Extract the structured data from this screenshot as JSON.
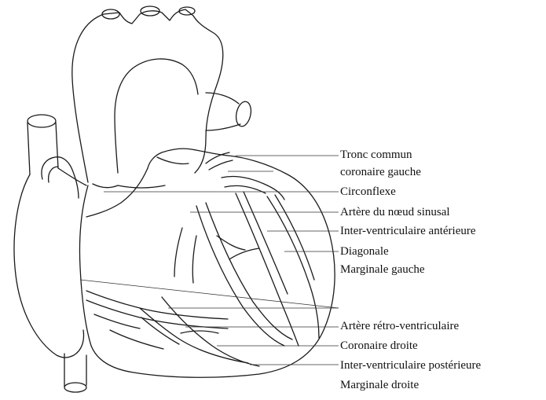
{
  "labels": [
    "Tronc commun",
    "coronaire gauche",
    "Circonflexe",
    "Artère du nœud sinusal",
    "Inter-ventriculaire antérieure",
    "Diagonale",
    "Marginale gauche",
    "Artère rétro-ventriculaire",
    "Coronaire droite",
    "Inter-ventriculaire postérieure",
    "Marginale droite"
  ],
  "colors": {
    "ink": "#1a1a1a",
    "background": "#ffffff"
  }
}
